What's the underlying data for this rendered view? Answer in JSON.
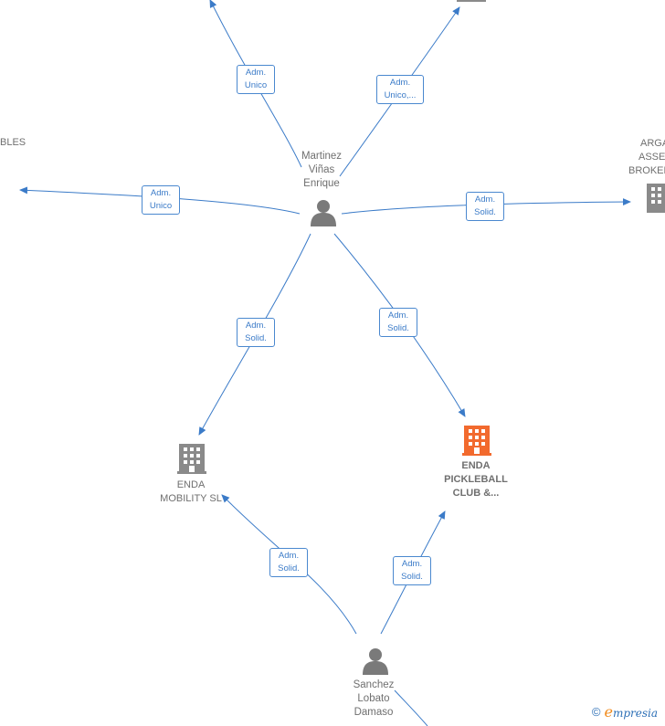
{
  "colors": {
    "edge": "#3b7bc8",
    "company": "#8a8a8a",
    "highlight": "#f26a2e",
    "person": "#7a7a7a"
  },
  "nodes": {
    "martinez": {
      "label_lines": [
        "Martinez",
        "Viñas",
        "Enrique"
      ],
      "icon": "person-icon"
    },
    "sanchez": {
      "label_lines": [
        "Sanchez",
        "Lobato",
        "Damaso"
      ],
      "icon": "person-icon"
    },
    "enda_mobility": {
      "label_lines": [
        "ENDA",
        "MOBILITY SL"
      ],
      "icon": "building-icon"
    },
    "enda_pickleball": {
      "label_lines": [
        "ENDA",
        "PICKLEBALL",
        "CLUB &..."
      ],
      "icon": "building-icon"
    },
    "arga": {
      "label_lines": [
        "ARGA",
        "ASSE",
        "BROKER"
      ],
      "icon": "building-icon"
    },
    "bles": {
      "label_lines": [
        "BLES"
      ]
    }
  },
  "edges": [
    {
      "id": "e1",
      "lines": [
        "Adm.",
        "Unico"
      ]
    },
    {
      "id": "e2",
      "lines": [
        "Adm.",
        "Unico,..."
      ]
    },
    {
      "id": "e3",
      "lines": [
        "Adm.",
        "Unico"
      ]
    },
    {
      "id": "e4",
      "lines": [
        "Adm.",
        "Solid."
      ]
    },
    {
      "id": "e5",
      "lines": [
        "Adm.",
        "Solid."
      ]
    },
    {
      "id": "e6",
      "lines": [
        "Adm.",
        "Solid."
      ]
    },
    {
      "id": "e7",
      "lines": [
        "Adm.",
        "Solid."
      ]
    },
    {
      "id": "e8",
      "lines": [
        "Adm.",
        "Solid."
      ]
    }
  ],
  "brand": {
    "copyright": "©",
    "initial": "e",
    "rest": "mpresia"
  }
}
